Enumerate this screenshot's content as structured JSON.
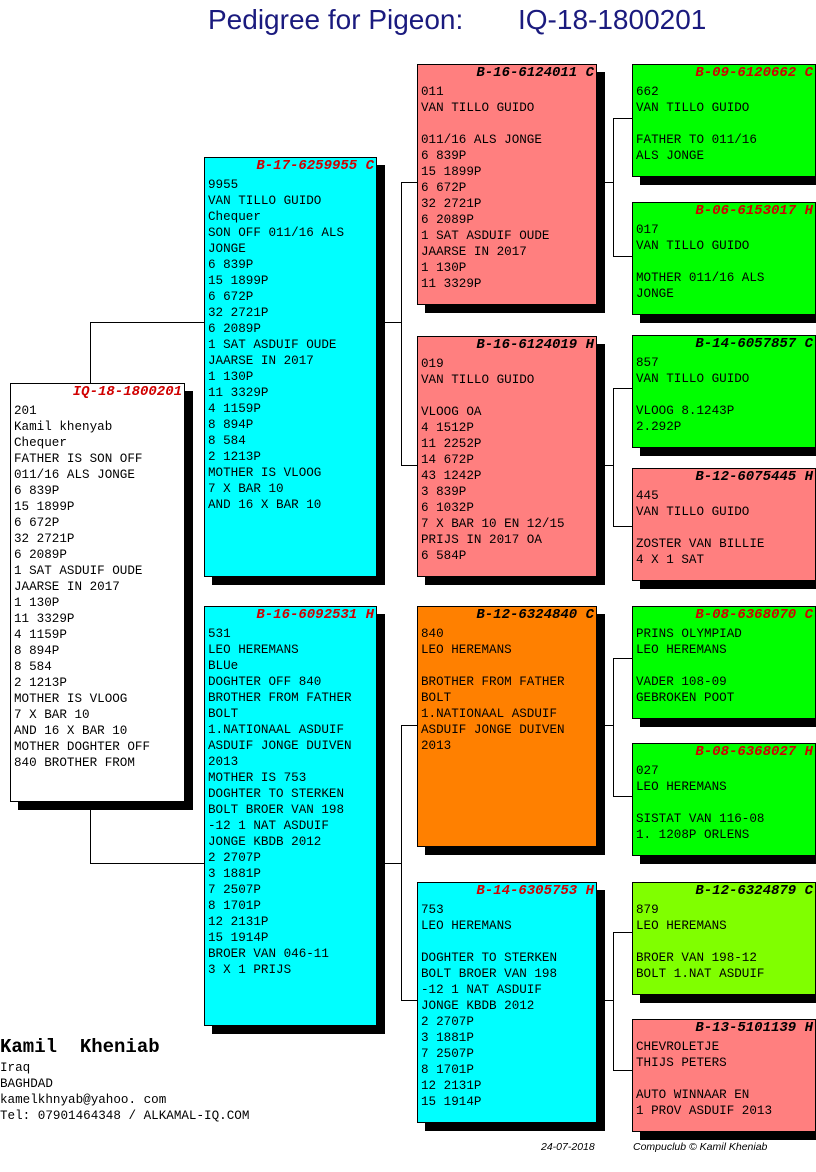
{
  "title": {
    "prefix": "Pedigree for Pigeon:",
    "ring": "IQ-18-1800201"
  },
  "colors": {
    "white": "#ffffff",
    "cyan": "#00ffff",
    "salmon": "#ff7f7f",
    "green": "#00ff00",
    "orange": "#ff8000",
    "lime": "#80ff00",
    "red_text": "#d00000"
  },
  "boxes": {
    "subject": {
      "ring": "IQ-18-1800201",
      "lines": [
        "201",
        "Kamil khenyab",
        "Chequer",
        "FATHER IS SON OFF",
        "011/16 ALS JONGE",
        "6 839P",
        "15 1899P",
        "6 672P",
        "32 2721P",
        "6 2089P",
        "1 SAT ASDUIF OUDE",
        "JAARSE IN 2017",
        "1 130P",
        "11 3329P",
        "4 1159P",
        "8 894P",
        "8 584",
        "2 1213P",
        "MOTHER IS VLOOG",
        "7 X BAR 10",
        "AND 16 X BAR 10",
        "MOTHER DOGHTER OFF",
        "840 BROTHER FROM"
      ]
    },
    "sire": {
      "ring": "B-17-6259955 C",
      "lines": [
        "9955",
        "VAN TILLO GUIDO",
        "Chequer",
        "SON OFF 011/16 ALS",
        "JONGE",
        "6 839P",
        "15 1899P",
        "6 672P",
        "32 2721P",
        "6 2089P",
        "1 SAT ASDUIF OUDE",
        "JAARSE IN 2017",
        "1 130P",
        "11 3329P",
        "4 1159P",
        "8 894P",
        "8 584",
        "2 1213P",
        "MOTHER IS VLOOG",
        "7 X BAR 10",
        "AND 16 X BAR 10"
      ]
    },
    "dam": {
      "ring": "B-16-6092531 H",
      "lines": [
        "531",
        "LEO HEREMANS",
        "BLUe",
        "DOGHTER OFF 840",
        "BROTHER FROM FATHER",
        "BOLT",
        "1.NATIONAAL ASDUIF",
        "ASDUIF JONGE DUIVEN",
        "2013",
        "MOTHER IS 753",
        "DOGHTER TO STERKEN",
        "BOLT BROER VAN 198",
        "-12 1 NAT ASDUIF",
        "JONGE KBDB 2012",
        "2 2707P",
        "3 1881P",
        "7 2507P",
        "8 1701P",
        "12 2131P",
        "15 1914P",
        "BROER VAN 046-11",
        "3 X 1 PRIJS"
      ]
    },
    "ss": {
      "ring": "B-16-6124011 C",
      "lines": [
        "011",
        "VAN TILLO GUIDO",
        "",
        "011/16 ALS JONGE",
        "6 839P",
        "15 1899P",
        "6 672P",
        "32 2721P",
        "6 2089P",
        "1 SAT ASDUIF OUDE",
        "JAARSE IN 2017",
        "1 130P",
        "11 3329P"
      ]
    },
    "sd": {
      "ring": "B-16-6124019 H",
      "lines": [
        "019",
        "VAN TILLO GUIDO",
        "",
        "VLOOG OA",
        "4 1512P",
        "11 2252P",
        "14 672P",
        "43 1242P",
        "3 839P",
        "6 1032P",
        "7 X BAR 10 EN 12/15",
        "PRIJS IN 2017 OA",
        "6 584P"
      ]
    },
    "ds": {
      "ring": "B-12-6324840 C",
      "lines": [
        "840",
        "LEO HEREMANS",
        "",
        "BROTHER FROM FATHER",
        "BOLT",
        "1.NATIONAAL ASDUIF",
        "ASDUIF JONGE DUIVEN",
        "2013"
      ]
    },
    "dd": {
      "ring": "B-14-6305753 H",
      "lines": [
        "753",
        "LEO HEREMANS",
        "",
        "DOGHTER TO STERKEN",
        "BOLT BROER VAN 198",
        "-12 1 NAT ASDUIF",
        "JONGE KBDB 2012",
        "2 2707P",
        "3 1881P",
        "7 2507P",
        "8 1701P",
        "12 2131P",
        "15 1914P"
      ]
    },
    "sss": {
      "ring": "B-09-6120662 C",
      "lines": [
        "662",
        "VAN TILLO GUIDO",
        "",
        "FATHER TO 011/16",
        "ALS JONGE"
      ]
    },
    "ssd": {
      "ring": "B-06-6153017 H",
      "lines": [
        "017",
        "VAN TILLO GUIDO",
        "",
        "MOTHER 011/16 ALS",
        "JONGE"
      ]
    },
    "sds": {
      "ring": "B-14-6057857 C",
      "lines": [
        "857",
        "VAN TILLO GUIDO",
        "",
        "VLOOG 8.1243P",
        "2.292P"
      ]
    },
    "sdd": {
      "ring": "B-12-6075445 H",
      "lines": [
        "445",
        "VAN TILLO GUIDO",
        "",
        "ZOSTER VAN BILLIE",
        "4 X 1 SAT"
      ]
    },
    "dss": {
      "ring": "B-08-6368070 C",
      "lines": [
        "PRINS OLYMPIAD",
        "LEO HEREMANS",
        "",
        "VADER 108-09",
        "GEBROKEN POOT"
      ]
    },
    "dsd": {
      "ring": "B-08-6368027 H",
      "lines": [
        "027",
        "LEO HEREMANS",
        "",
        "SISTAT VAN 116-08",
        "1. 1208P ORLENS"
      ]
    },
    "dds": {
      "ring": "B-12-6324879 C",
      "lines": [
        "879",
        "LEO HEREMANS",
        "",
        "BROER VAN 198-12",
        "BOLT 1.NAT ASDUIF"
      ]
    },
    "ddd": {
      "ring": "B-13-5101139 H",
      "lines": [
        "CHEVROLETJE",
        "THIJS PETERS",
        "",
        "AUTO WINNAAR EN",
        "1 PROV ASDUIF 2013"
      ]
    }
  },
  "footer": {
    "name": "Kamil  Kheniab",
    "country": "Iraq",
    "city": "BAGHDAD",
    "email": "kamelkhnyab@yahoo. com",
    "tel": "Tel: 07901464348 / ALKAMAL-IQ.COM",
    "date": "24-07-2018",
    "credit": "Compuclub © Kamil  Kheniab"
  }
}
